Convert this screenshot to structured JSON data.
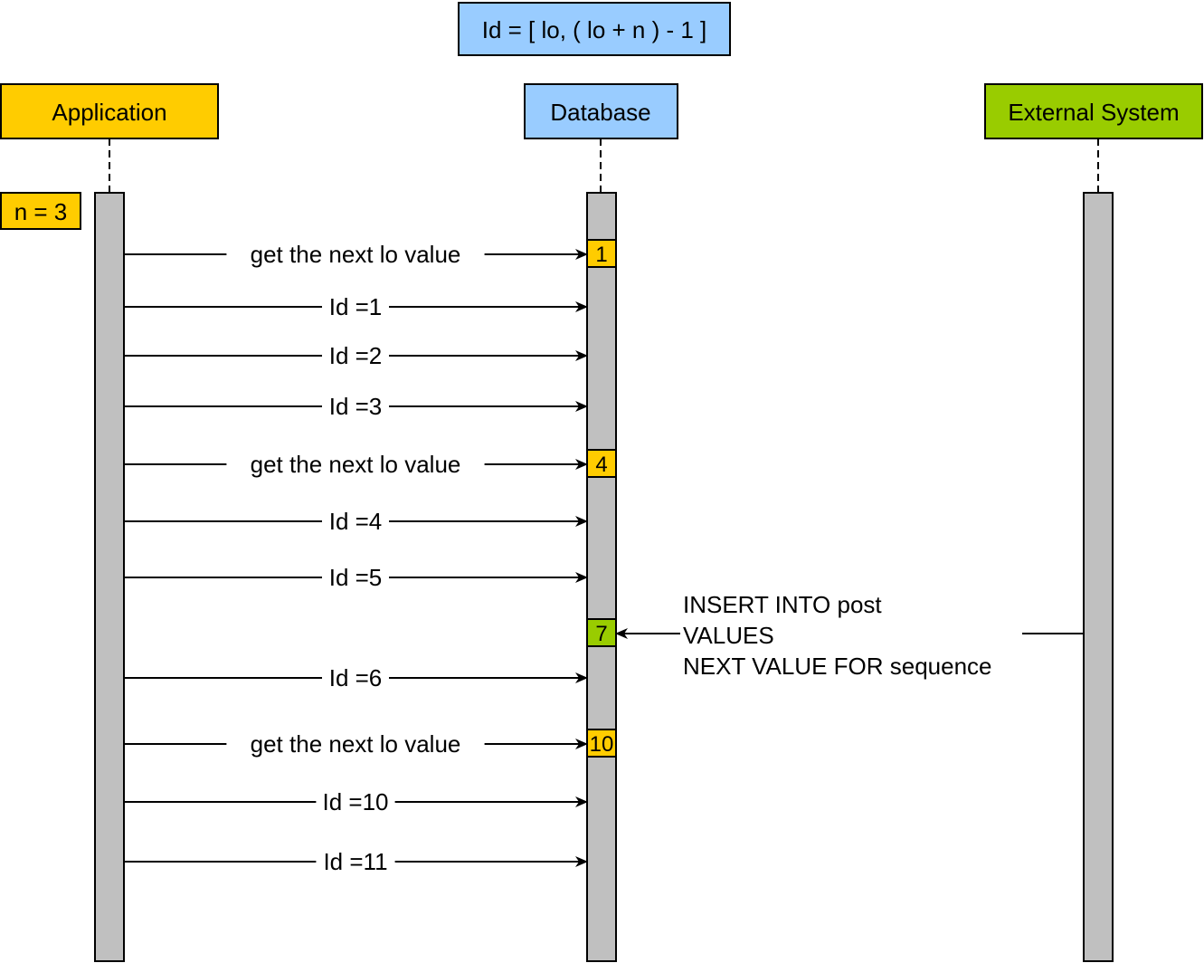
{
  "formula": {
    "text": "Id = [ lo, ( lo + n ) - 1 ]",
    "color": "#99ccff"
  },
  "participants": [
    {
      "id": "application",
      "label": "Application",
      "color": "#ffcc00"
    },
    {
      "id": "database",
      "label": "Database",
      "color": "#99ccff"
    },
    {
      "id": "external",
      "label": "External System",
      "color": "#99cc00"
    }
  ],
  "note": {
    "text": "n = 3",
    "color": "#ffcc00"
  },
  "messages": [
    {
      "from": "application",
      "to": "database",
      "label": "get the next lo value",
      "marker": "1",
      "marker_color": "#ffcc00"
    },
    {
      "from": "application",
      "to": "database",
      "label": "Id =1"
    },
    {
      "from": "application",
      "to": "database",
      "label": "Id =2"
    },
    {
      "from": "application",
      "to": "database",
      "label": "Id =3"
    },
    {
      "from": "application",
      "to": "database",
      "label": "get the next lo value",
      "marker": "4",
      "marker_color": "#ffcc00"
    },
    {
      "from": "application",
      "to": "database",
      "label": "Id =4"
    },
    {
      "from": "application",
      "to": "database",
      "label": "Id =5"
    },
    {
      "from": "external",
      "to": "database",
      "label_lines": [
        "INSERT INTO post",
        "VALUES",
        "NEXT VALUE FOR sequence"
      ],
      "marker": "7",
      "marker_color": "#99cc00"
    },
    {
      "from": "application",
      "to": "database",
      "label": "Id =6"
    },
    {
      "from": "application",
      "to": "database",
      "label": "get the next lo value",
      "marker": "10",
      "marker_color": "#ffcc00"
    },
    {
      "from": "application",
      "to": "database",
      "label": "Id =10"
    },
    {
      "from": "application",
      "to": "database",
      "label": "Id =11"
    }
  ],
  "colors": {
    "activation": "#c0c0c0",
    "line": "#000000"
  }
}
